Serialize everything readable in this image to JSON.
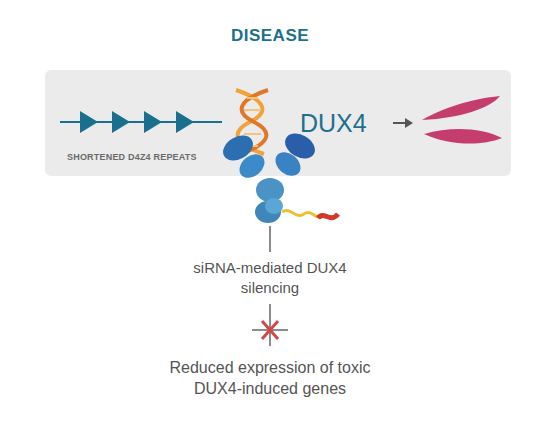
{
  "diagram": {
    "title": "DISEASE",
    "nodes": [
      {
        "text": [
          "SHORTENED D4Z4 REPEATS",
          "DUX4"
        ]
      }
    ],
    "labels": [
      "siRNA-mediated DUX4 silencing",
      "Reduced expression of toxic DUX4-induced genes"
    ]
  }
}
